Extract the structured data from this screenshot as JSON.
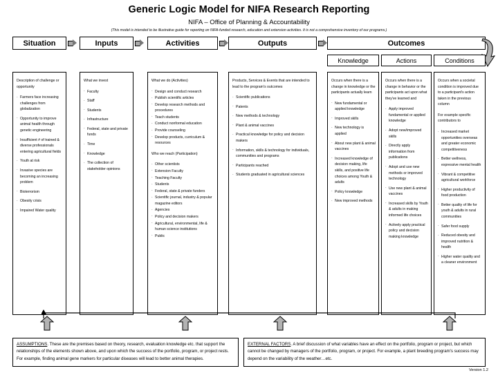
{
  "header": {
    "title": "Generic Logic Model for NIFA Research Reporting",
    "subtitle": "NIFA – Office of Planning & Accountability",
    "note": "(This model is intended to be illustrative guide for reporting on NIFA-funded research, education and extension activities.  It is not a comprehensive inventory of our programs.)"
  },
  "columns": {
    "situation": {
      "header": "Situation",
      "intro": "Description of challenge or opportunity",
      "items": [
        "Farmers face increasing challenges from globalization",
        "Opportunity to improve animal health through genetic engineering",
        "Insufficient # of trained & diverse professionals entering agricultural fields",
        "Youth at risk",
        "Invasive species are becoming an increasing problem",
        "Bioterrorism",
        "Obesity crisis",
        "Impaired Water quality"
      ]
    },
    "inputs": {
      "header": "Inputs",
      "intro": "What we invest",
      "items": [
        "Faculty",
        "Staff",
        "Students",
        "Infrastructure",
        "Federal, state and private funds",
        "Time",
        "Knowledge",
        "The collection of stakeholder opinions"
      ]
    },
    "activities": {
      "header": "Activities",
      "intro": "What we do (Activities)",
      "items": [
        "Design and conduct research",
        "Publish scientific articles",
        "Develop research methods and procedures",
        "Teach students",
        "Conduct nonformal education",
        "Provide counseling",
        "Develop products, curriculum & resources"
      ],
      "intro2": "Who we reach (Participation)",
      "items2": [
        "Other scientists",
        "Extension Faculty",
        "Teaching Faculty",
        "Students",
        "Federal, state & private funders",
        "Scientific journal, industry & popular magazine editors",
        "Agencies",
        "Policy and decision makers",
        "Agricultural, environmental, life & human science institutions",
        "Public"
      ]
    },
    "outputs": {
      "header": "Outputs",
      "intro": "Products, Services & Events that are intended to lead to the program's outcomes",
      "items": [
        "Scientific publications",
        "Patents",
        "New methods & technology",
        "Plant & animal vaccines",
        "Practical knowledge for policy and decision makers",
        "Information, skills & technology for individuals, communities and programs",
        "Participants reached",
        "Students graduated in agricultural sciences"
      ]
    },
    "outcomes": {
      "header": "Outcomes",
      "knowledge": {
        "header": "Knowledge",
        "intro": "Occurs when there is a change in knowledge or the participants actually learn",
        "items": [
          "New fundamental or applied knowledge",
          "Improved skills",
          "New technology is applied",
          "About new plant & animal vaccines",
          "Increased knowledge of decision making, life skills, and positive life choices among Youth & adults",
          "Policy knowledge",
          "New improved methods"
        ]
      },
      "actions": {
        "header": "Actions",
        "intro": "Occurs when there is a change in behavior or the participants act upon what they've learned and",
        "items": [
          "Apply improved fundamental or applied knowledge",
          "Adopt new/improved skills",
          "Directly apply information from publications",
          "Adopt and use new methods or improved technology",
          "Use new plant & animal vaccines",
          "Increased skills by Youth & adults in making informed life choices",
          "Actively apply practical policy and decision making knowledge"
        ]
      },
      "conditions": {
        "header": "Conditions",
        "intro": "Occurs when a societal condition is improved due to a participant's action taken in the previous column",
        "intro2": "For example specific contributors to",
        "items": [
          "Increased market opportunities overseas and greater economic competitiveness",
          "Better wellness, expressive mental health",
          "Vibrant & competitive agricultural workforce",
          "Higher productivity of food production",
          "Better quality of life for youth & adults in rural communities",
          "Safer food supply",
          "Reduced obesity and improved nutrition & health",
          "Higher water quality and a cleaner environment"
        ]
      }
    }
  },
  "footer": {
    "assumptions_label": "ASSUMPTIONS",
    "assumptions_text": ".  These are the premises based on theory, research, evaluation knowledge etc. that support the relationships of the elements shown above, and upon which the success of the portfolio, program, or project rests.  For example, finding animal gene markers for particular diseases will lead to better animal therapies.",
    "external_label": "EXTERNAL FACTORS",
    "external_text": ".  A brief discussion of what variables have an effect on the portfolio, program or project, but which cannot be changed by managers of the portfolio, program, or project.  For example, a plant breeding program's success may depend on the variability of the weather…etc.",
    "version": "Version 1.2"
  }
}
